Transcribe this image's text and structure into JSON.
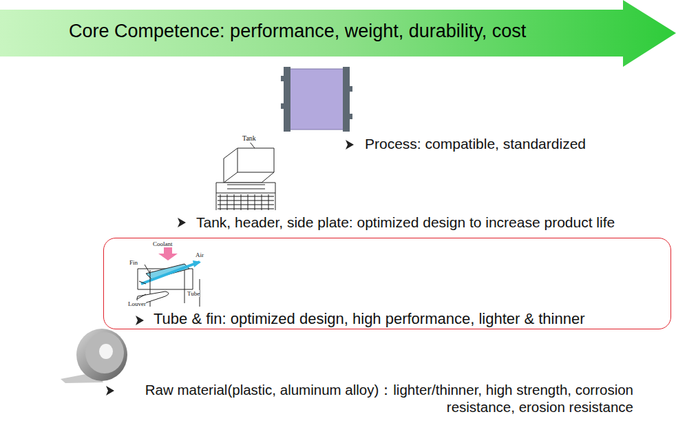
{
  "diagram": {
    "title": "Core Competence: performance, weight, durability, cost",
    "nodes": [
      {
        "text": [
          "Tube & fin: optimized design, high performance, lighter & thinner"
        ]
      }
    ],
    "labels": [
      "Process: compatible, standardized",
      "Tank",
      "Tank, header, side plate: optimized design to increase product life",
      "Coolant",
      "Air",
      "Fin",
      "Louver",
      "Tube",
      "Raw material(plastic, aluminum alloy)：lighter/thinner, high strength, corrosion resistance, erosion resistance"
    ]
  }
}
